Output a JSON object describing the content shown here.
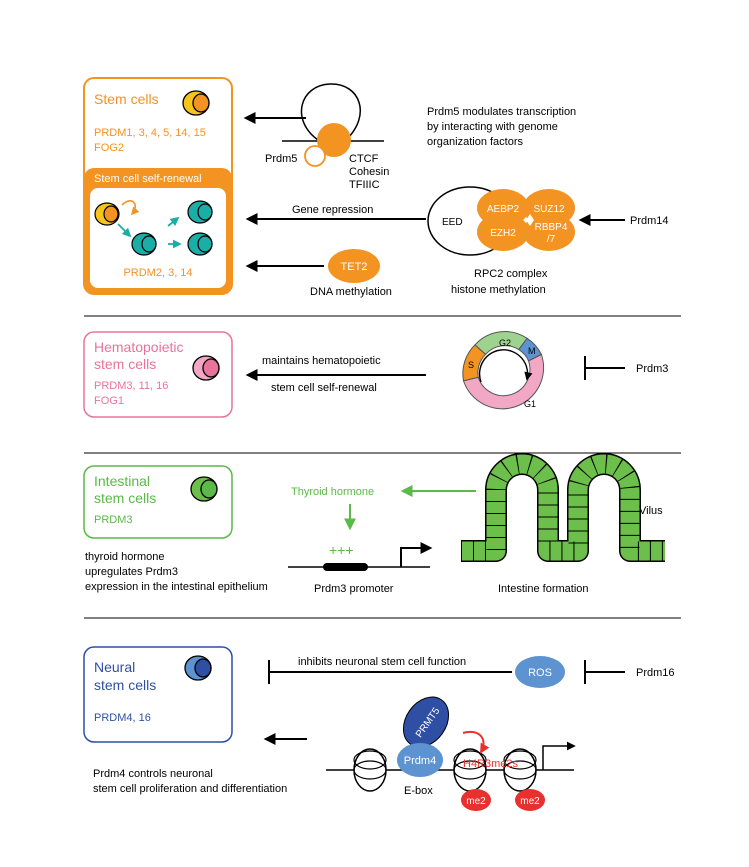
{
  "colors": {
    "orange": "#f39322",
    "orange_text": "#f39322",
    "teal": "#1aaea6",
    "pink": "#e8749b",
    "pink_fill": "#f2a7c5",
    "green": "#5bb947",
    "green_fill": "#6cbf4a",
    "blue": "#2e4fa3",
    "blue_light": "#5d93d0",
    "red": "#e8312e",
    "yellow": "#f6c41b"
  },
  "stem": {
    "title": "Stem cells",
    "prdms": "PRDM1, 3, 4, 5, 14, 15",
    "fog": "FOG2",
    "banner": "Stem cell self-renewal",
    "renewal_prdms": "PRDM2, 3, 14",
    "prdm5_label": "Prdm5",
    "ctcf": "CTCF",
    "cohesin": "Cohesin",
    "tfiiic": "TFIIIC",
    "prdm5_desc": [
      "Prdm5 modulates transcription",
      "by interacting with genome",
      "organization factors"
    ],
    "gene_repression": "Gene repression",
    "eed": "EED",
    "aebp2": "AEBP2",
    "suz12": "SUZ12",
    "ezh2": "EZH2",
    "rbbp4_a": "RBBP4",
    "rbbp4_b": "/7",
    "prdm14": "Prdm14",
    "prc2_a": "RPC2 complex",
    "prc2_b": "histone methylation",
    "tet2": "TET2",
    "dna_methylation": "DNA methylation"
  },
  "hema": {
    "title_a": "Hematopoietic",
    "title_b": "stem cells",
    "prdms": "PRDM3, 11, 16",
    "fog": "FOG1",
    "arrow_a": "maintains hematopoietic",
    "arrow_b": "stem cell self-renewal",
    "g2": "G2",
    "m": "M",
    "s": "S",
    "g1": "G1",
    "prdm3": "Prdm3"
  },
  "intestinal": {
    "title_a": "Intestinal",
    "title_b": "stem cells",
    "prdm": "PRDM3",
    "thyroid": "Thyroid hormone",
    "plus": "+++",
    "vilus": "Vilus",
    "desc": [
      "thyroid hormone",
      "upregulates Prdm3",
      "expression in the intestinal epithelium"
    ],
    "promoter": "Prdm3 promoter",
    "formation": "Intestine formation"
  },
  "neural": {
    "title_a": "Neural",
    "title_b": "stem cells",
    "prdms": "PRDM4, 16",
    "inhibits": "inhibits neuronal stem cell function",
    "ros": "ROS",
    "prdm16": "Prdm16",
    "prmt5": "PRMT5",
    "h4r3": "H4R3me2s",
    "prdm4": "Prdm4",
    "ebox": "E-box",
    "me2_a": "me2",
    "me2_b": "me2",
    "desc": [
      "Prdm4 controls neuronal",
      "stem cell proliferation and differentiation"
    ]
  }
}
